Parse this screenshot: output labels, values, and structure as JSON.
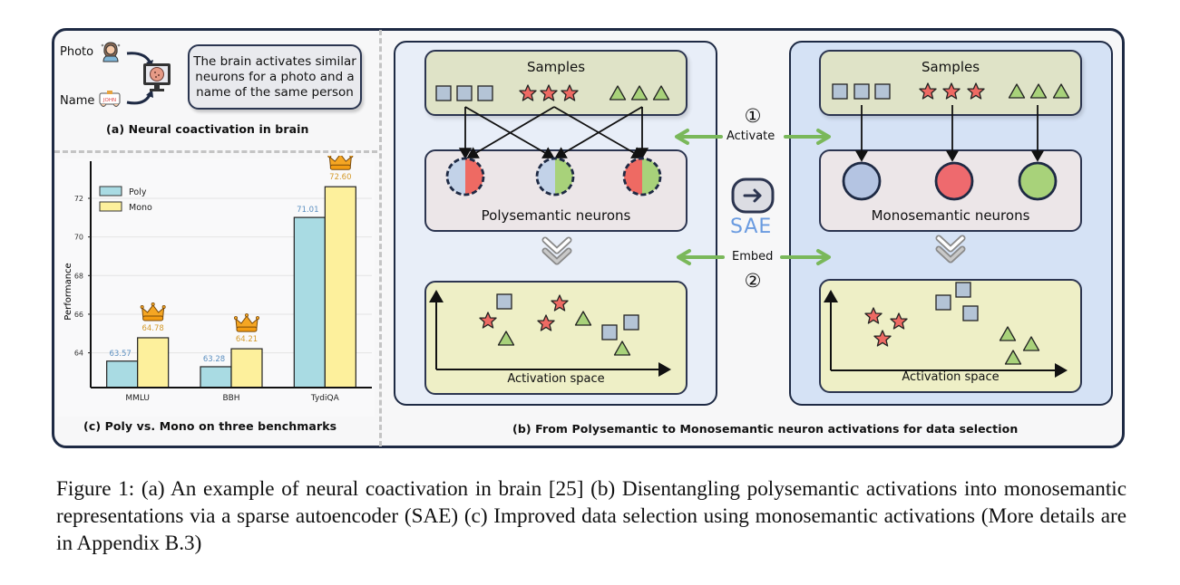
{
  "panel_a": {
    "input_labels": [
      "Photo",
      "Name"
    ],
    "name_tag_text": "JOHN",
    "bubble_text": "The brain activates similar neurons for a photo and a name of the same person",
    "caption": "(a) Neural coactivation in brain"
  },
  "panel_b": {
    "left": {
      "samples_title": "Samples",
      "neurons_title": "Polysemantic neurons",
      "space_title": "Activation space"
    },
    "right": {
      "samples_title": "Samples",
      "neurons_title": "Monosemantic neurons",
      "space_title": "Activation space"
    },
    "step1_number": "①",
    "step1_label": "Activate",
    "step2_number": "②",
    "step2_label": "Embed",
    "sae_label": "SAE",
    "caption": "(b) From Polysemantic to Monosemantic neuron activations for data selection"
  },
  "panel_c": {
    "caption": "(c) Poly vs. Mono on three benchmarks"
  },
  "colors": {
    "poly": "#a9dbe3",
    "mono": "#fdf09c",
    "poly_label": "#5b8fc0",
    "mono_label": "#d49a2a",
    "square": "#b4c4d6",
    "star": "#ee6a63",
    "triangle": "#a8d27a",
    "arrow_green": "#7ab85a",
    "sae_blue": "#6a9be0"
  },
  "chart_data": {
    "type": "bar",
    "title": "(c) Poly vs. Mono on three benchmarks",
    "xlabel": "",
    "ylabel": "Performance",
    "categories": [
      "MMLU",
      "BBH",
      "TydiQA"
    ],
    "series": [
      {
        "name": "Poly",
        "values": [
          63.57,
          63.28,
          71.01
        ]
      },
      {
        "name": "Mono",
        "values": [
          64.78,
          64.21,
          72.6
        ]
      }
    ],
    "data_labels": {
      "Poly": [
        "63.57",
        "63.28",
        "71.01"
      ],
      "Mono": [
        "64.78",
        "64.21",
        "72.60"
      ]
    },
    "yticks": [
      "64",
      "66",
      "68",
      "70",
      "72"
    ],
    "ylim": [
      62.2,
      73.5
    ],
    "grid": true,
    "legend": "top-left",
    "annotations": [
      "crown icon above the Mono bar of each benchmark"
    ]
  },
  "figure_caption": "Figure 1: (a) An example of neural coactivation in brain [25] (b) Disentangling polysemantic activations into monosemantic representations via a sparse autoencoder (SAE) (c) Improved data selection using monosemantic activations (More details are in Appendix B.3)"
}
